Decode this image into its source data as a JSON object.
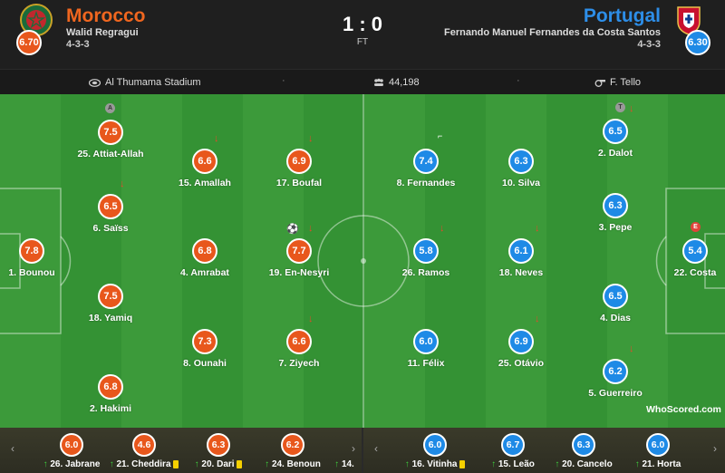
{
  "match": {
    "home_team": "Morocco",
    "home_manager": "Walid Regragui",
    "home_formation": "4-3-3",
    "home_rating": "6.70",
    "away_team": "Portugal",
    "away_manager": "Fernando Manuel Fernandes da Costa Santos",
    "away_formation": "4-3-3",
    "away_rating": "6.30",
    "score": "1 : 0",
    "status": "FT",
    "home_color": "#e8571c",
    "away_color": "#1e8ae6"
  },
  "info": {
    "stadium": "Al Thumama Stadium",
    "attendance": "44,198",
    "referee": "F. Tello",
    "stadium_icon": "stadium-icon",
    "attendance_icon": "crowd-icon",
    "referee_icon": "whistle-icon"
  },
  "home_players": [
    {
      "name": "25. Attiat-Allah",
      "rating": "7.5",
      "events": [
        "assist"
      ]
    },
    {
      "name": "15. Amallah",
      "rating": "6.6",
      "events": [
        "sub-off"
      ]
    },
    {
      "name": "17. Boufal",
      "rating": "6.9",
      "events": [
        "sub-off"
      ]
    },
    {
      "name": "6. Saïss",
      "rating": "6.5",
      "events": [
        "sub-off"
      ]
    },
    {
      "name": "1. Bounou",
      "rating": "7.8",
      "events": []
    },
    {
      "name": "4. Amrabat",
      "rating": "6.8",
      "events": []
    },
    {
      "name": "19. En-Nesyri",
      "rating": "7.7",
      "events": [
        "goal",
        "sub-off"
      ]
    },
    {
      "name": "18. Yamiq",
      "rating": "7.5",
      "events": []
    },
    {
      "name": "8. Ounahi",
      "rating": "7.3",
      "events": []
    },
    {
      "name": "7. Ziyech",
      "rating": "6.6",
      "events": [
        "sub-off"
      ]
    },
    {
      "name": "2. Hakimi",
      "rating": "6.8",
      "events": []
    }
  ],
  "away_players": [
    {
      "name": "8. Fernandes",
      "rating": "7.4",
      "events": [
        "corner"
      ]
    },
    {
      "name": "10. Silva",
      "rating": "6.3",
      "events": []
    },
    {
      "name": "2. Dalot",
      "rating": "6.5",
      "events": [
        "tackle",
        "sub-off"
      ]
    },
    {
      "name": "3. Pepe",
      "rating": "6.3",
      "events": []
    },
    {
      "name": "26. Ramos",
      "rating": "5.8",
      "events": [
        "sub-off"
      ]
    },
    {
      "name": "18. Neves",
      "rating": "6.1",
      "events": [
        "sub-off"
      ]
    },
    {
      "name": "22. Costa",
      "rating": "5.4",
      "events": [
        "error"
      ]
    },
    {
      "name": "4. Dias",
      "rating": "6.5",
      "events": []
    },
    {
      "name": "11. Félix",
      "rating": "6.0",
      "events": []
    },
    {
      "name": "25. Otávio",
      "rating": "6.9",
      "events": [
        "sub-off"
      ]
    },
    {
      "name": "5. Guerreiro",
      "rating": "6.2",
      "events": [
        "sub-off"
      ]
    }
  ],
  "home_bench": [
    {
      "name": "26. Jabrane",
      "rating": "6.0"
    },
    {
      "name": "21. Cheddira",
      "rating": "4.6"
    },
    {
      "name": "20. Dari",
      "rating": "6.3"
    },
    {
      "name": "24. Benoun",
      "rating": "6.2"
    },
    {
      "name": "14.",
      "rating": ""
    }
  ],
  "away_bench": [
    {
      "name": "16. Vitinha",
      "rating": "6.0"
    },
    {
      "name": "15. Leão",
      "rating": "6.7"
    },
    {
      "name": "20. Cancelo",
      "rating": "6.3"
    },
    {
      "name": "21. Horta",
      "rating": "6.0"
    }
  ],
  "branding": {
    "logo_text": "WhoScored.com"
  },
  "icons": {
    "prev": "chevron-left-icon",
    "next": "chevron-right-icon"
  }
}
